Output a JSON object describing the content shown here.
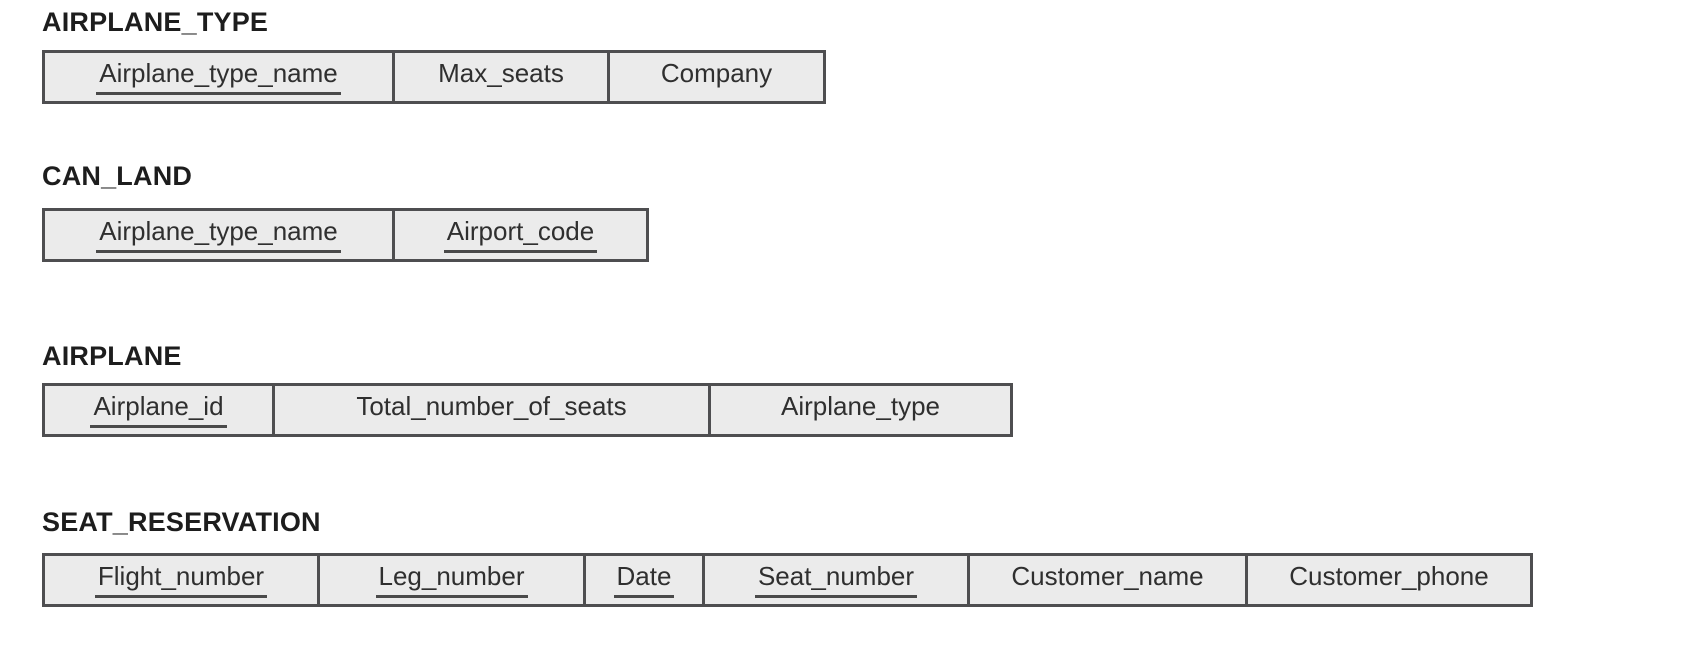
{
  "page": {
    "background": "#ffffff"
  },
  "colors": {
    "cell_fill": "#ebebeb",
    "border": "#4e4e50",
    "title_text": "#1d1d1d",
    "cell_text": "#2f2f2f",
    "key_underline": "#4a4a4a"
  },
  "diagram": {
    "type": "relational-database-schema",
    "key_notation": "underlined attribute = primary key component",
    "tables": [
      {
        "name": "AIRPLANE_TYPE",
        "columns": [
          {
            "label": "Airplane_type_name",
            "key": true
          },
          {
            "label": "Max_seats",
            "key": false
          },
          {
            "label": "Company",
            "key": false
          }
        ]
      },
      {
        "name": "CAN_LAND",
        "columns": [
          {
            "label": "Airplane_type_name",
            "key": true
          },
          {
            "label": "Airport_code",
            "key": true
          }
        ]
      },
      {
        "name": "AIRPLANE",
        "columns": [
          {
            "label": "Airplane_id",
            "key": true
          },
          {
            "label": "Total_number_of_seats",
            "key": false
          },
          {
            "label": "Airplane_type",
            "key": false
          }
        ]
      },
      {
        "name": "SEAT_RESERVATION",
        "columns": [
          {
            "label": "Flight_number",
            "key": true
          },
          {
            "label": "Leg_number",
            "key": true
          },
          {
            "label": "Date",
            "key": true
          },
          {
            "label": "Seat_number",
            "key": true
          },
          {
            "label": "Customer_name",
            "key": false
          },
          {
            "label": "Customer_phone",
            "key": false
          }
        ]
      }
    ]
  }
}
